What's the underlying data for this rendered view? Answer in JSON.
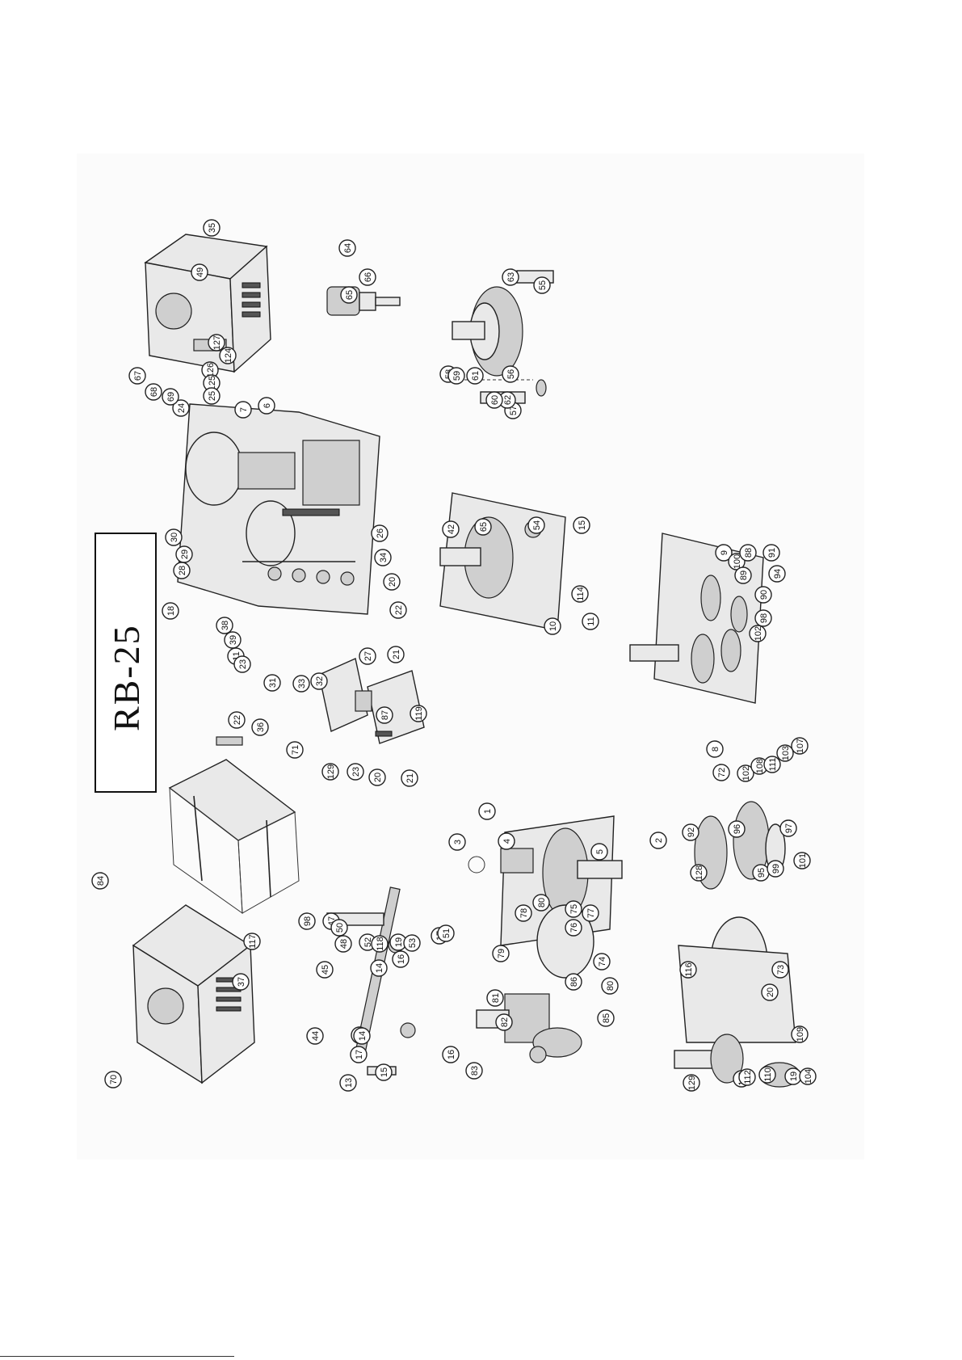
{
  "title": {
    "model": "RB-25"
  },
  "callouts": [
    "35",
    "49",
    "127",
    "124",
    "126",
    "125",
    "25",
    "24",
    "69",
    "68",
    "67",
    "64",
    "66",
    "65",
    "63",
    "55",
    "56",
    "57",
    "62",
    "60",
    "58",
    "59",
    "61",
    "6",
    "7",
    "30",
    "29",
    "28",
    "18",
    "38",
    "39",
    "11",
    "23",
    "31",
    "33",
    "32",
    "27",
    "21",
    "22",
    "20",
    "34",
    "26",
    "42",
    "65",
    "54",
    "15",
    "114",
    "11",
    "10",
    "9",
    "100",
    "88",
    "89",
    "91",
    "94",
    "90",
    "98",
    "102",
    "87",
    "119",
    "129",
    "23",
    "20",
    "21",
    "22",
    "36",
    "71",
    "1",
    "3",
    "4",
    "5",
    "2",
    "8",
    "72",
    "102",
    "108",
    "111",
    "103",
    "107",
    "92",
    "96",
    "128",
    "95",
    "99",
    "101",
    "97",
    "98",
    "47",
    "50",
    "48",
    "52",
    "118",
    "19",
    "53",
    "17",
    "16",
    "14",
    "45",
    "51",
    "44",
    "43",
    "14",
    "17",
    "13",
    "15",
    "16",
    "80",
    "75",
    "77",
    "78",
    "76",
    "79",
    "74",
    "81",
    "82",
    "83",
    "86",
    "80",
    "85",
    "84",
    "117",
    "37",
    "70",
    "116",
    "73",
    "20",
    "109",
    "129",
    "113",
    "112",
    "110",
    "19",
    "104",
    "105"
  ]
}
